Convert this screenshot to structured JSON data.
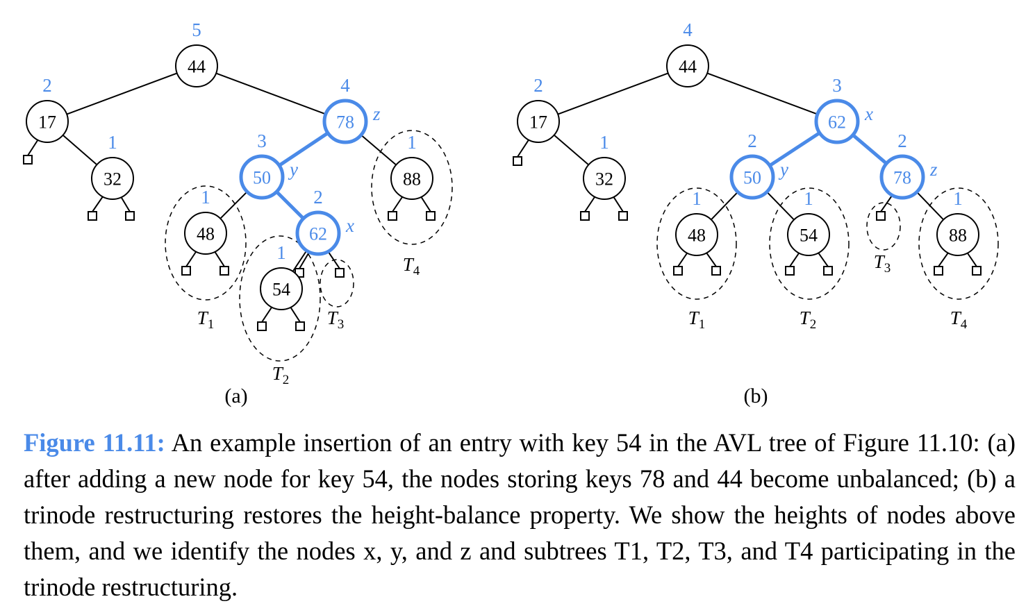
{
  "colors": {
    "highlight": "#4a8ae8",
    "text": "#000000"
  },
  "panels": [
    {
      "label": "(a)",
      "nodes": [
        {
          "key": "44",
          "height": "5"
        },
        {
          "key": "17",
          "height": "2"
        },
        {
          "key": "78",
          "height": "4",
          "role": "z"
        },
        {
          "key": "32",
          "height": "1"
        },
        {
          "key": "50",
          "height": "3",
          "role": "y"
        },
        {
          "key": "88",
          "height": "1"
        },
        {
          "key": "48",
          "height": "1"
        },
        {
          "key": "62",
          "height": "2",
          "role": "x"
        },
        {
          "key": "54",
          "height": "1"
        }
      ],
      "subtrees": [
        "T1",
        "T2",
        "T3",
        "T4"
      ]
    },
    {
      "label": "(b)",
      "nodes": [
        {
          "key": "44",
          "height": "4"
        },
        {
          "key": "17",
          "height": "2"
        },
        {
          "key": "62",
          "height": "3",
          "role": "x"
        },
        {
          "key": "32",
          "height": "1"
        },
        {
          "key": "50",
          "height": "2",
          "role": "y"
        },
        {
          "key": "78",
          "height": "2",
          "role": "z"
        },
        {
          "key": "48",
          "height": "1"
        },
        {
          "key": "54",
          "height": "1"
        },
        {
          "key": "88",
          "height": "1"
        }
      ],
      "subtrees": [
        "T1",
        "T2",
        "T3",
        "T4"
      ]
    }
  ],
  "caption": {
    "label": "Figure 11.11:",
    "text": "An example insertion of an entry with key 54 in the AVL tree of Figure 11.10: (a) after adding a new node for key 54, the nodes storing keys 78 and 44 become unbalanced; (b) a trinode restructuring restores the height-balance property. We show the heights of nodes above them, and we identify the nodes x, y, and z and subtrees T1, T2, T3, and T4 participating in the trinode restructuring."
  }
}
